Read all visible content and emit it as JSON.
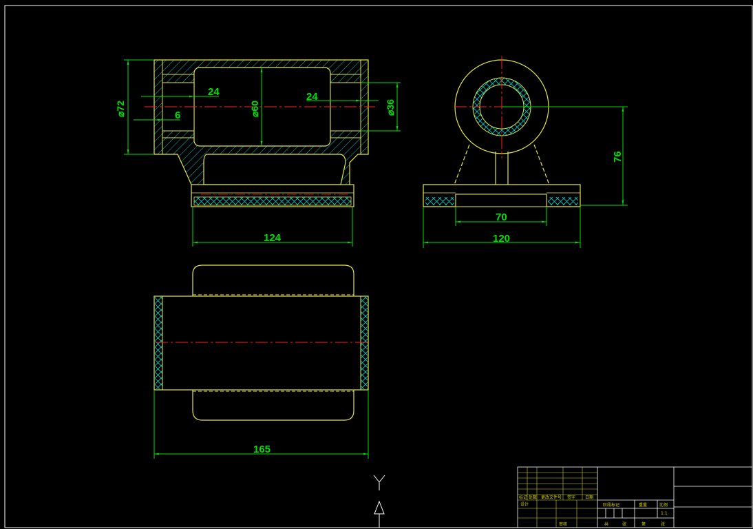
{
  "drawing": {
    "dimensions": {
      "front_top_left": "24",
      "front_top_right": "24",
      "front_left_small": "6",
      "front_bore_dia": "⌀60",
      "front_outer_dia": "⌀72",
      "front_right_dia": "⌀36",
      "front_base_width": "124",
      "side_height": "76",
      "side_foot_width": "70",
      "side_base_width": "120",
      "top_length": "165"
    },
    "title_block": {
      "row_labels": [
        "标记",
        "处数",
        "更改文件号",
        "签字",
        "日期"
      ],
      "design_label": "设计",
      "approve_label": "审核",
      "stage_label": "阶段标记",
      "weight_label": "重量",
      "scale_label": "比例",
      "scale_value": "1:1",
      "sheet_label": "共",
      "sheet_of_label": "张",
      "page_label": "第",
      "page_of_label": "张"
    }
  }
}
